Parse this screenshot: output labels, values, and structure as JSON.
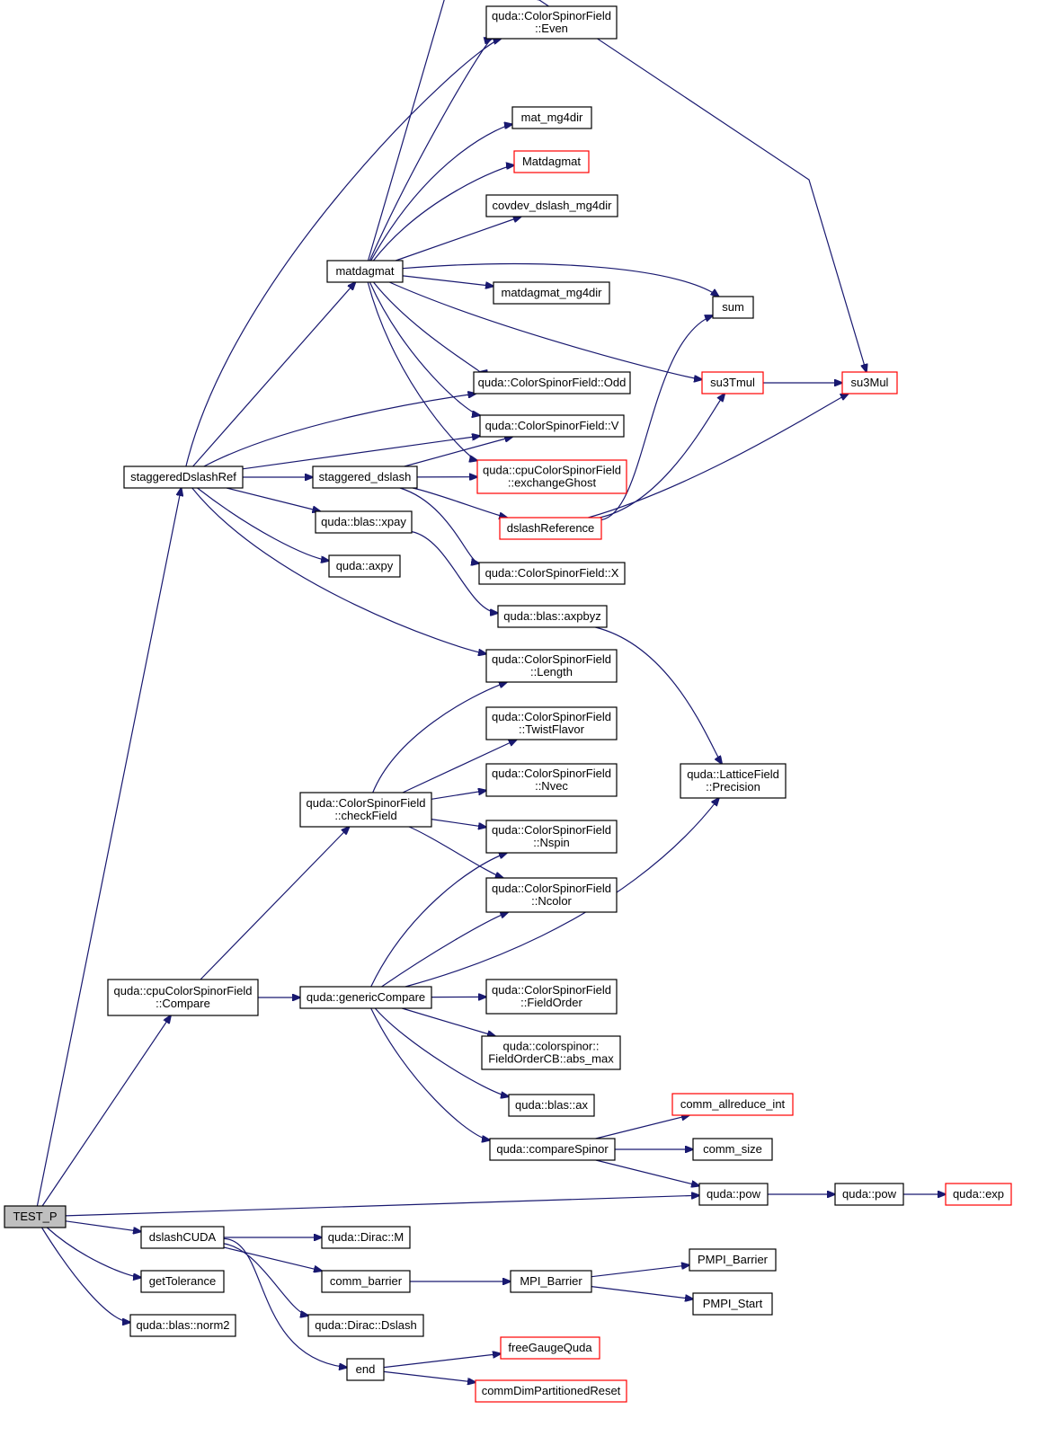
{
  "nodes": [
    {
      "id": "test_p",
      "lines": [
        "TEST_P"
      ],
      "root": true
    },
    {
      "id": "even",
      "lines": [
        "quda::ColorSpinorField",
        "::Even"
      ]
    },
    {
      "id": "mat_mg4dir",
      "lines": [
        "mat_mg4dir"
      ]
    },
    {
      "id": "Matdagmat",
      "lines": [
        "Matdagmat"
      ],
      "red": true
    },
    {
      "id": "covdev",
      "lines": [
        "covdev_dslash_mg4dir"
      ]
    },
    {
      "id": "matdagmat",
      "lines": [
        "matdagmat"
      ]
    },
    {
      "id": "matdagmat_mg4dir",
      "lines": [
        "matdagmat_mg4dir"
      ]
    },
    {
      "id": "sum",
      "lines": [
        "sum"
      ]
    },
    {
      "id": "odd",
      "lines": [
        "quda::ColorSpinorField::Odd"
      ]
    },
    {
      "id": "su3tmul",
      "lines": [
        "su3Tmul"
      ],
      "red": true
    },
    {
      "id": "su3mul",
      "lines": [
        "su3Mul"
      ],
      "red": true
    },
    {
      "id": "v",
      "lines": [
        "quda::ColorSpinorField::V"
      ]
    },
    {
      "id": "sdr",
      "lines": [
        "staggeredDslashRef"
      ]
    },
    {
      "id": "sd",
      "lines": [
        "staggered_dslash"
      ]
    },
    {
      "id": "exg",
      "lines": [
        "quda::cpuColorSpinorField",
        "::exchangeGhost"
      ],
      "red": true
    },
    {
      "id": "dslashref",
      "lines": [
        "dslashReference"
      ],
      "red": true
    },
    {
      "id": "xpay",
      "lines": [
        "quda::blas::xpay"
      ]
    },
    {
      "id": "axpy",
      "lines": [
        "quda::axpy"
      ]
    },
    {
      "id": "x",
      "lines": [
        "quda::ColorSpinorField::X"
      ]
    },
    {
      "id": "axpbyz",
      "lines": [
        "quda::blas::axpbyz"
      ]
    },
    {
      "id": "length",
      "lines": [
        "quda::ColorSpinorField",
        "::Length"
      ]
    },
    {
      "id": "twist",
      "lines": [
        "quda::ColorSpinorField",
        "::TwistFlavor"
      ]
    },
    {
      "id": "nvec",
      "lines": [
        "quda::ColorSpinorField",
        "::Nvec"
      ]
    },
    {
      "id": "precision",
      "lines": [
        "quda::LatticeField",
        "::Precision"
      ]
    },
    {
      "id": "checkfield",
      "lines": [
        "quda::ColorSpinorField",
        "::checkField"
      ]
    },
    {
      "id": "nspin",
      "lines": [
        "quda::ColorSpinorField",
        "::Nspin"
      ]
    },
    {
      "id": "ncolor",
      "lines": [
        "quda::ColorSpinorField",
        "::Ncolor"
      ]
    },
    {
      "id": "compare",
      "lines": [
        "quda::cpuColorSpinorField",
        "::Compare"
      ]
    },
    {
      "id": "gencmp",
      "lines": [
        "quda::genericCompare"
      ]
    },
    {
      "id": "fieldorder",
      "lines": [
        "quda::ColorSpinorField",
        "::FieldOrder"
      ]
    },
    {
      "id": "absmax",
      "lines": [
        "quda::colorspinor::",
        "FieldOrderCB::abs_max"
      ]
    },
    {
      "id": "ax",
      "lines": [
        "quda::blas::ax"
      ]
    },
    {
      "id": "comm_allreduce",
      "lines": [
        "comm_allreduce_int"
      ],
      "red": true
    },
    {
      "id": "cmpspinor",
      "lines": [
        "quda::compareSpinor"
      ]
    },
    {
      "id": "comm_size",
      "lines": [
        "comm_size"
      ]
    },
    {
      "id": "pow1",
      "lines": [
        "quda::pow"
      ]
    },
    {
      "id": "pow2",
      "lines": [
        "quda::pow"
      ]
    },
    {
      "id": "exp",
      "lines": [
        "quda::exp"
      ],
      "red": true
    },
    {
      "id": "dslashcuda",
      "lines": [
        "dslashCUDA"
      ]
    },
    {
      "id": "diracm",
      "lines": [
        "quda::Dirac::M"
      ]
    },
    {
      "id": "pmpi_barrier",
      "lines": [
        "PMPI_Barrier"
      ]
    },
    {
      "id": "gettol",
      "lines": [
        "getTolerance"
      ]
    },
    {
      "id": "comm_barrier",
      "lines": [
        "comm_barrier"
      ]
    },
    {
      "id": "mpi_barrier",
      "lines": [
        "MPI_Barrier"
      ]
    },
    {
      "id": "pmpi_start",
      "lines": [
        "PMPI_Start"
      ]
    },
    {
      "id": "norm2",
      "lines": [
        "quda::blas::norm2"
      ]
    },
    {
      "id": "diracdslash",
      "lines": [
        "quda::Dirac::Dslash"
      ]
    },
    {
      "id": "freegauge",
      "lines": [
        "freeGaugeQuda"
      ],
      "red": true
    },
    {
      "id": "end",
      "lines": [
        "end"
      ]
    },
    {
      "id": "commdim",
      "lines": [
        "commDimPartitionedReset"
      ],
      "red": true
    }
  ],
  "edges": [
    [
      "test_p",
      "sdr"
    ],
    [
      "test_p",
      "compare"
    ],
    [
      "test_p",
      "pow1"
    ],
    [
      "test_p",
      "dslashcuda"
    ],
    [
      "test_p",
      "gettol"
    ],
    [
      "test_p",
      "norm2"
    ],
    [
      "sdr",
      "even"
    ],
    [
      "sdr",
      "matdagmat"
    ],
    [
      "sdr",
      "odd"
    ],
    [
      "sdr",
      "v"
    ],
    [
      "sdr",
      "sd"
    ],
    [
      "sdr",
      "xpay"
    ],
    [
      "sdr",
      "axpy"
    ],
    [
      "sdr",
      "length"
    ],
    [
      "matdagmat",
      "even"
    ],
    [
      "matdagmat",
      "su3mul"
    ],
    [
      "matdagmat",
      "mat_mg4dir"
    ],
    [
      "matdagmat",
      "Matdagmat"
    ],
    [
      "matdagmat",
      "covdev"
    ],
    [
      "matdagmat",
      "sum"
    ],
    [
      "matdagmat",
      "matdagmat_mg4dir"
    ],
    [
      "matdagmat",
      "su3tmul"
    ],
    [
      "matdagmat",
      "odd"
    ],
    [
      "matdagmat",
      "v"
    ],
    [
      "matdagmat",
      "exg"
    ],
    [
      "su3tmul",
      "su3mul"
    ],
    [
      "sd",
      "v"
    ],
    [
      "sd",
      "exg"
    ],
    [
      "sd",
      "dslashref"
    ],
    [
      "sd",
      "x"
    ],
    [
      "dslashref",
      "sum"
    ],
    [
      "dslashref",
      "su3tmul"
    ],
    [
      "dslashref",
      "su3mul"
    ],
    [
      "xpay",
      "axpbyz"
    ],
    [
      "axpbyz",
      "precision"
    ],
    [
      "compare",
      "checkfield"
    ],
    [
      "compare",
      "gencmp"
    ],
    [
      "checkfield",
      "length"
    ],
    [
      "checkfield",
      "twist"
    ],
    [
      "checkfield",
      "nvec"
    ],
    [
      "checkfield",
      "nspin"
    ],
    [
      "checkfield",
      "ncolor"
    ],
    [
      "gencmp",
      "nspin"
    ],
    [
      "gencmp",
      "ncolor"
    ],
    [
      "gencmp",
      "precision"
    ],
    [
      "gencmp",
      "fieldorder"
    ],
    [
      "gencmp",
      "absmax"
    ],
    [
      "gencmp",
      "ax"
    ],
    [
      "gencmp",
      "cmpspinor"
    ],
    [
      "cmpspinor",
      "comm_allreduce"
    ],
    [
      "cmpspinor",
      "comm_size"
    ],
    [
      "cmpspinor",
      "pow1"
    ],
    [
      "pow1",
      "pow2"
    ],
    [
      "pow2",
      "exp"
    ],
    [
      "dslashcuda",
      "diracm"
    ],
    [
      "dslashcuda",
      "comm_barrier"
    ],
    [
      "dslashcuda",
      "diracdslash"
    ],
    [
      "dslashcuda",
      "end"
    ],
    [
      "comm_barrier",
      "mpi_barrier"
    ],
    [
      "mpi_barrier",
      "pmpi_barrier"
    ],
    [
      "mpi_barrier",
      "pmpi_start"
    ],
    [
      "end",
      "freegauge"
    ],
    [
      "end",
      "commdim"
    ]
  ]
}
